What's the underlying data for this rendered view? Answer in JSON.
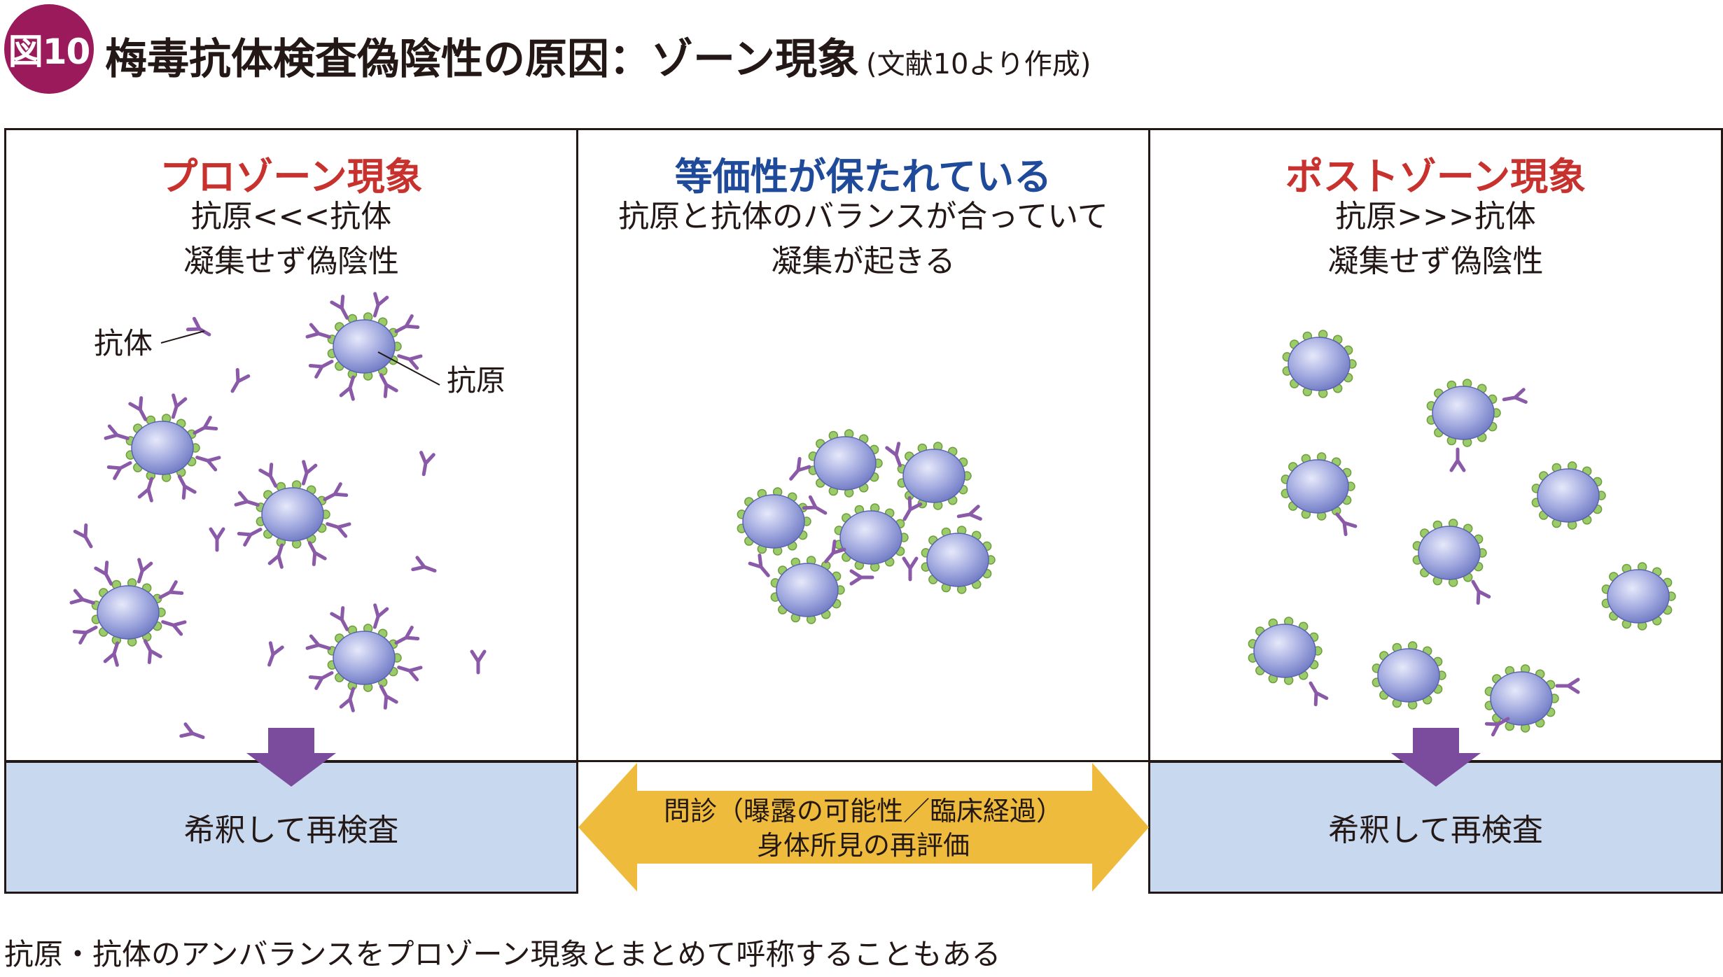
{
  "figure": {
    "badge": "図10",
    "title": "梅毒抗体検査偽陰性の原因：ゾーン現象",
    "subtitle": "(文献10より作成)"
  },
  "panels": [
    {
      "heading": "プロゾーン現象",
      "heading_color": "#c8322e",
      "desc_line1": "抗原<<<抗体",
      "desc_line2": "凝集せず偽陰性",
      "label_antibody": "抗体",
      "label_antigen": "抗原"
    },
    {
      "heading": "等価性が保たれている",
      "heading_color": "#1f4a9a",
      "desc_line1": "抗原と抗体のバランスが合っていて",
      "desc_line2": "凝集が起きる"
    },
    {
      "heading": "ポストゾーン現象",
      "heading_color": "#c8322e",
      "desc_line1": "抗原>>>抗体",
      "desc_line2": "凝集せず偽陰性"
    }
  ],
  "boxes": {
    "left": "希釈して再検査",
    "right": "希釈して再検査",
    "arrow_line1": "問診（曝露の可能性／臨床経過）",
    "arrow_line2": "身体所見の再評価"
  },
  "colors": {
    "badge": "#9b1a5c",
    "antigen": "#9ea6dc",
    "epitope": "#9ccb6a",
    "antibody": "#8a5aa8",
    "arrow_down": "#7b4b9e",
    "double_arrow": "#eebb3d",
    "box_fill": "#c8d8ef"
  },
  "footer": "抗原・抗体のアンバランスをプロゾーン現象とまとめて呼称することもある"
}
